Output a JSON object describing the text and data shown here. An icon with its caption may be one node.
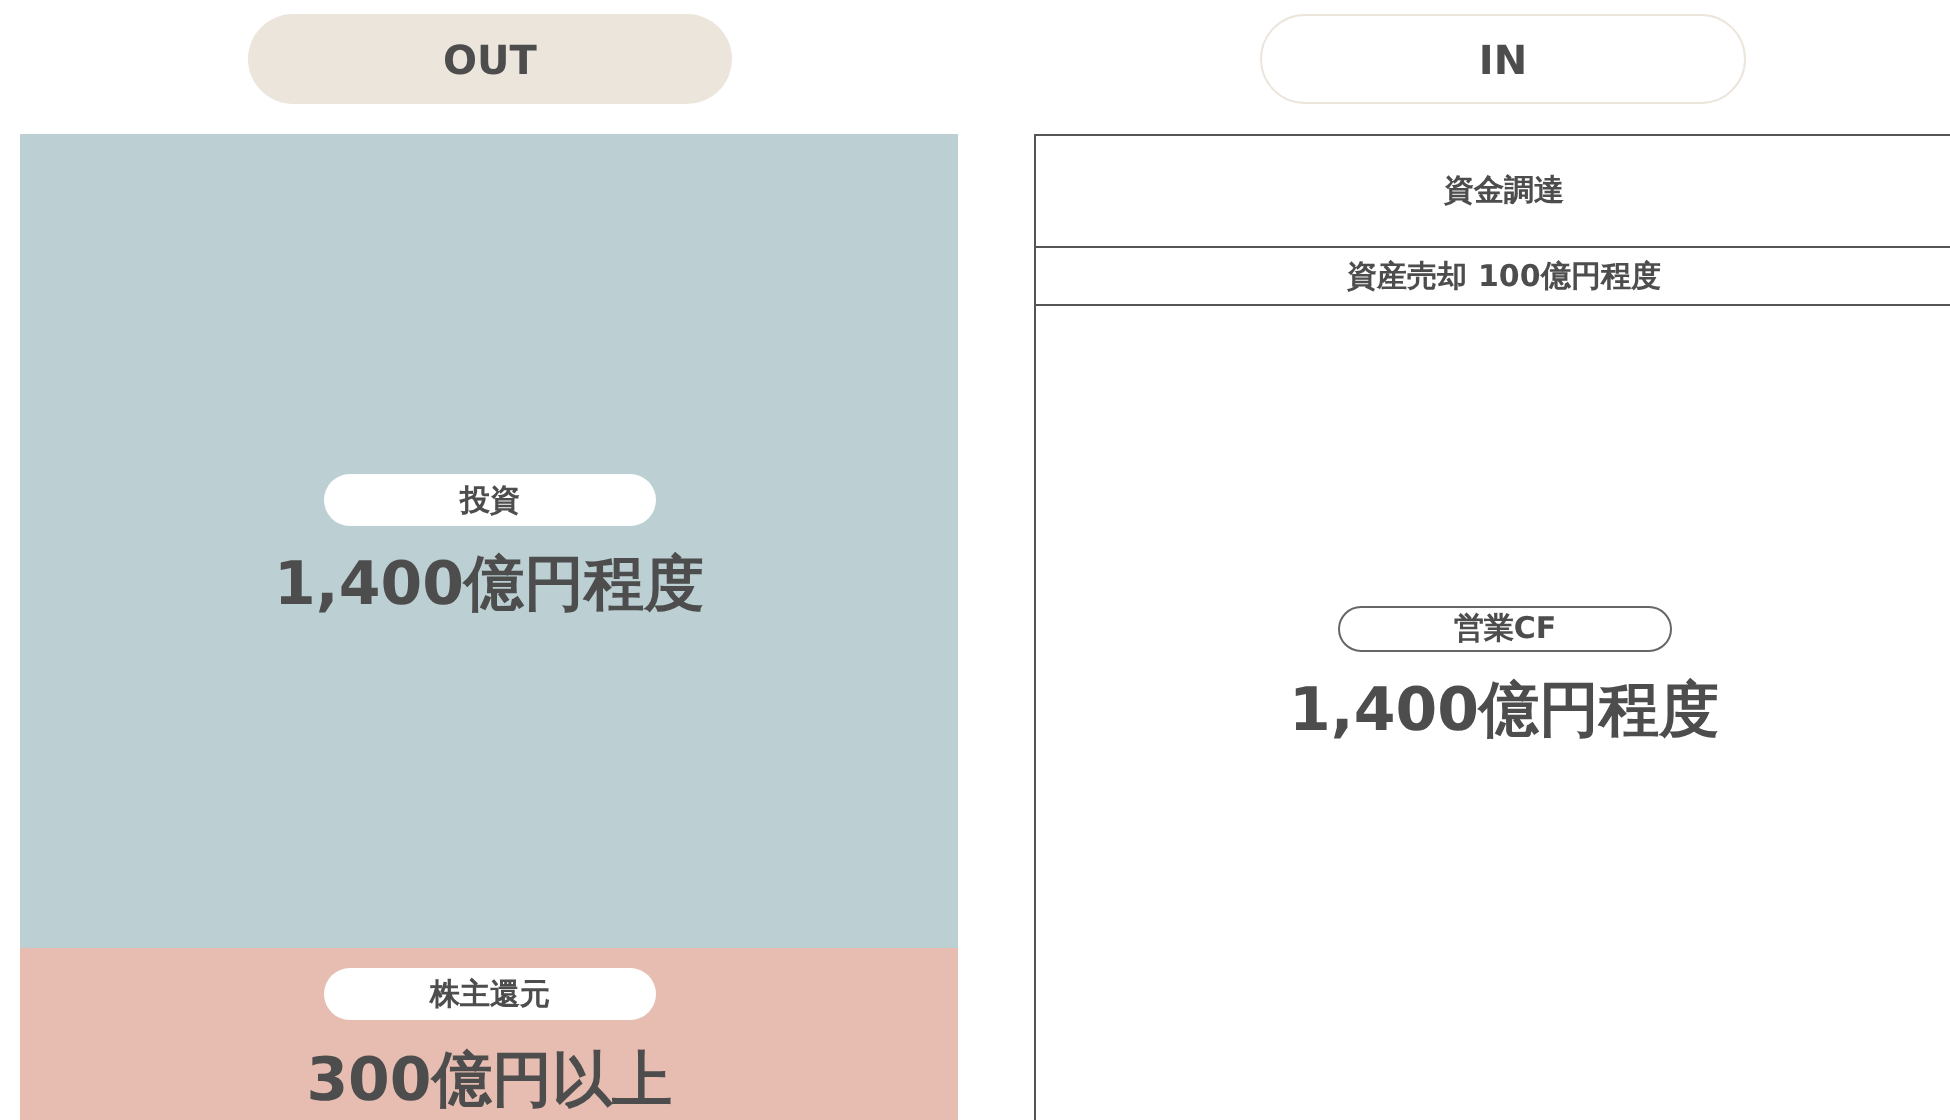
{
  "diagram": {
    "nodes": [
      {
        "text": [
          "OUT"
        ]
      },
      {
        "text": [
          "IN"
        ]
      },
      {
        "text": [
          "1,400億円程度"
        ]
      },
      {
        "text": [
          "投資"
        ],
        "in": 2
      },
      {
        "text": [
          "300億円以上"
        ]
      },
      {
        "text": [
          "株主還元"
        ],
        "in": 4
      },
      {
        "text": [
          "資金調達"
        ]
      },
      {
        "text": [
          "資産売却 100億円程度"
        ]
      },
      {
        "text": [
          "1,400億円程度"
        ]
      },
      {
        "text": [
          "営業CF"
        ],
        "in": 8
      }
    ]
  }
}
